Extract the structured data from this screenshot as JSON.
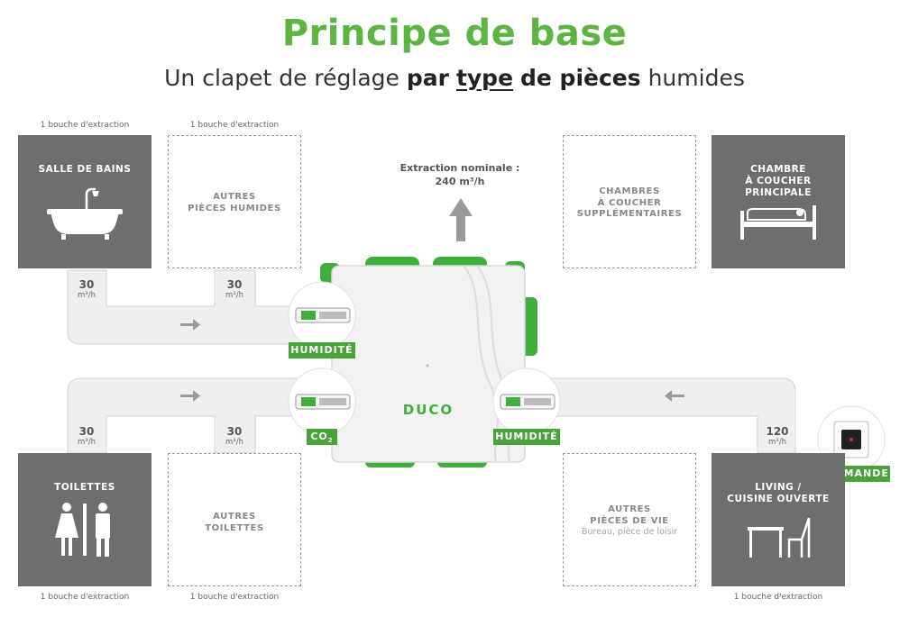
{
  "header": {
    "title": "Principe de base",
    "subtitle_pre": "Un clapet de réglage ",
    "subtitle_par": "par",
    "subtitle_type": "type",
    "subtitle_de": "de pièces",
    "subtitle_post": " humides"
  },
  "extraction": {
    "label": "Extraction nominale :",
    "value": "240 m³/h"
  },
  "rooms": {
    "salle_de_bains": {
      "name": "SALLE DE BAINS",
      "caption": "1 bouche d'extraction",
      "flow": "30",
      "unit": "m³/h"
    },
    "autres_pieces_humides": {
      "line1": "AUTRES",
      "line2": "PIÈCES HUMIDES",
      "caption": "1 bouche d'extraction",
      "flow": "30",
      "unit": "m³/h"
    },
    "chambres_sup": {
      "line1": "CHAMBRES",
      "line2": "À COUCHER",
      "line3": "SUPPLÉMENTAIRES"
    },
    "chambre_principale": {
      "line1": "CHAMBRE",
      "line2": "À COUCHER",
      "line3": "PRINCIPALE"
    },
    "toilettes": {
      "name": "TOILETTES",
      "caption": "1 bouche d'extraction",
      "flow": "30",
      "unit": "m³/h"
    },
    "autres_toilettes": {
      "line1": "AUTRES",
      "line2": "TOILETTES",
      "caption": "1 bouche d'extraction",
      "flow": "30",
      "unit": "m³/h"
    },
    "autres_pieces_vie": {
      "line1": "AUTRES",
      "line2": "PIÈCES DE VIE",
      "sub": "Bureau, pièce de loisir"
    },
    "living": {
      "line1": "LIVING /",
      "line2": "CUISINE OUVERTE",
      "caption": "1 bouche d'extraction",
      "flow": "120",
      "unit": "m³/h"
    }
  },
  "tags": {
    "humidite_top": "HUMIDITÉ",
    "co2": "CO",
    "co2_sub": "2",
    "humidite_right": "HUMIDITÉ",
    "commande": "COMMANDE"
  },
  "brand": "DUCO",
  "colors": {
    "green": "#4aa23a",
    "title_green": "#5cb543",
    "room_grey": "#6e6e6e",
    "duct_grey": "#efefef"
  }
}
